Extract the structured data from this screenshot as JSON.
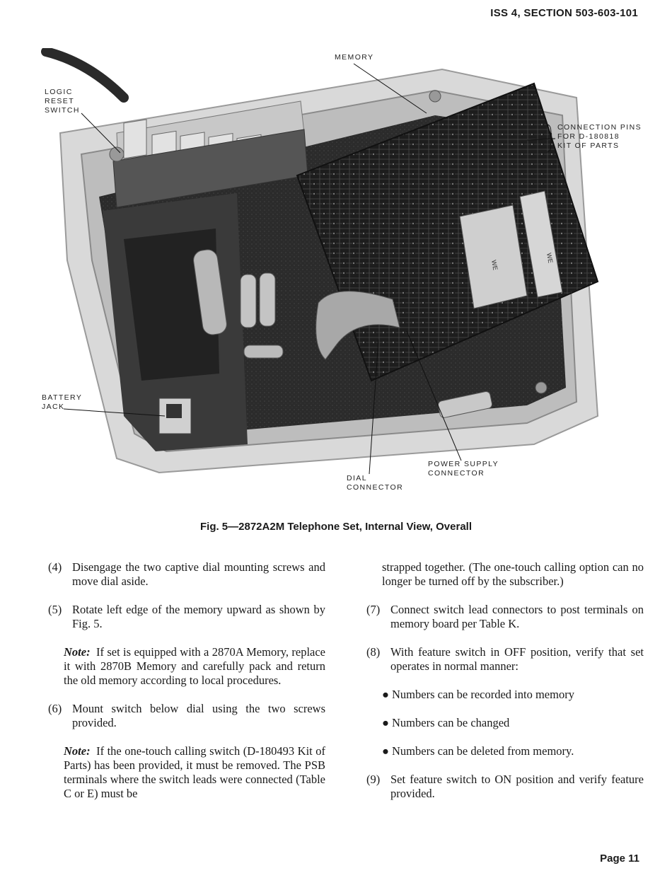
{
  "header": {
    "text": "ISS 4, SECTION 503-603-101"
  },
  "figure": {
    "labels": {
      "memory": "MEMORY",
      "logic_reset_switch": "LOGIC\nRESET\nSWITCH",
      "connection_pins": "CONNECTION PINS\nFOR D-180818\nKIT OF PARTS",
      "battery_jack": "BATTERY\nJACK",
      "power_supply_connector": "POWER SUPPLY\nCONNECTOR",
      "dial_connector": "DIAL\nCONNECTOR"
    },
    "chip_marks": [
      "WE",
      "WE"
    ],
    "caption": "Fig. 5—2872A2M Telephone Set, Internal View, Overall"
  },
  "left_column": {
    "item4": {
      "num": "(4)",
      "text": "Disengage the two captive dial mounting screws and move dial aside."
    },
    "item5": {
      "num": "(5)",
      "text": "Rotate left edge of the memory upward as shown by Fig. 5."
    },
    "note1": {
      "lead": "Note:",
      "text": "If set is equipped with a 2870A Memory, replace it with 2870B Memory and carefully pack and return the old memory according to local procedures."
    },
    "item6": {
      "num": "(6)",
      "text": "Mount switch below dial using the two screws provided."
    },
    "note2": {
      "lead": "Note:",
      "text": "If the one-touch calling switch (D-180493 Kit of Parts) has been provided, it must be removed. The PSB terminals where the switch leads were connected (Table C or E) must be"
    }
  },
  "right_column": {
    "continuation": "strapped together. (The one-touch calling option can no longer be turned off by the subscriber.)",
    "item7": {
      "num": "(7)",
      "text": "Connect switch lead connectors to post terminals on memory board per Table K."
    },
    "item8": {
      "num": "(8)",
      "text": "With feature switch in OFF position, verify that set operates in normal manner:"
    },
    "bullets": [
      "Numbers can be recorded into memory",
      "Numbers can be changed",
      "Numbers can be deleted from memory."
    ],
    "item9": {
      "num": "(9)",
      "text": "Set feature switch to ON position and verify feature provided."
    }
  },
  "footer": {
    "page": "Page 11"
  }
}
